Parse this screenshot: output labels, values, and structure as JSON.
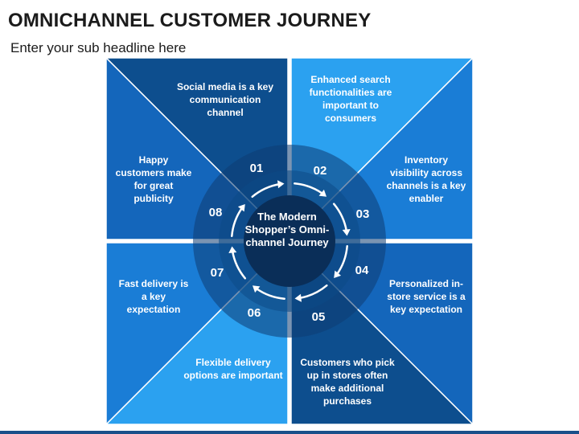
{
  "header": {
    "title": "OMNICHANNEL CUSTOMER JOURNEY",
    "subtitle": "Enter your sub headline here"
  },
  "center": {
    "label": "The Modern Shopper’s Omni-channel Journey"
  },
  "steps": [
    {
      "number": "01",
      "text": "Social media is a key communication channel",
      "color": "#0d4e8e"
    },
    {
      "number": "02",
      "text": "Enhanced search functionalities are important to consumers",
      "color": "#2ba1f0"
    },
    {
      "number": "03",
      "text": "Inventory visibility across channels is a key enabler",
      "color": "#1a7dd6"
    },
    {
      "number": "04",
      "text": "Personalized in-store service is a key expectation",
      "color": "#1466bb"
    },
    {
      "number": "05",
      "text": "Customers who pick up in stores often make additional purchases",
      "color": "#0d4e8e"
    },
    {
      "number": "06",
      "text": "Flexible delivery options are important",
      "color": "#2ba1f0"
    },
    {
      "number": "07",
      "text": "Fast delivery is a key expectation",
      "color": "#1a7dd6"
    },
    {
      "number": "08",
      "text": "Happy customers make for great publicity",
      "color": "#1466bb"
    }
  ],
  "colors": {
    "ring_outer": "#0e3d72",
    "ring_inner": "#0d4b87",
    "center_circle": "#0a2e58",
    "arrow": "#ffffff"
  }
}
